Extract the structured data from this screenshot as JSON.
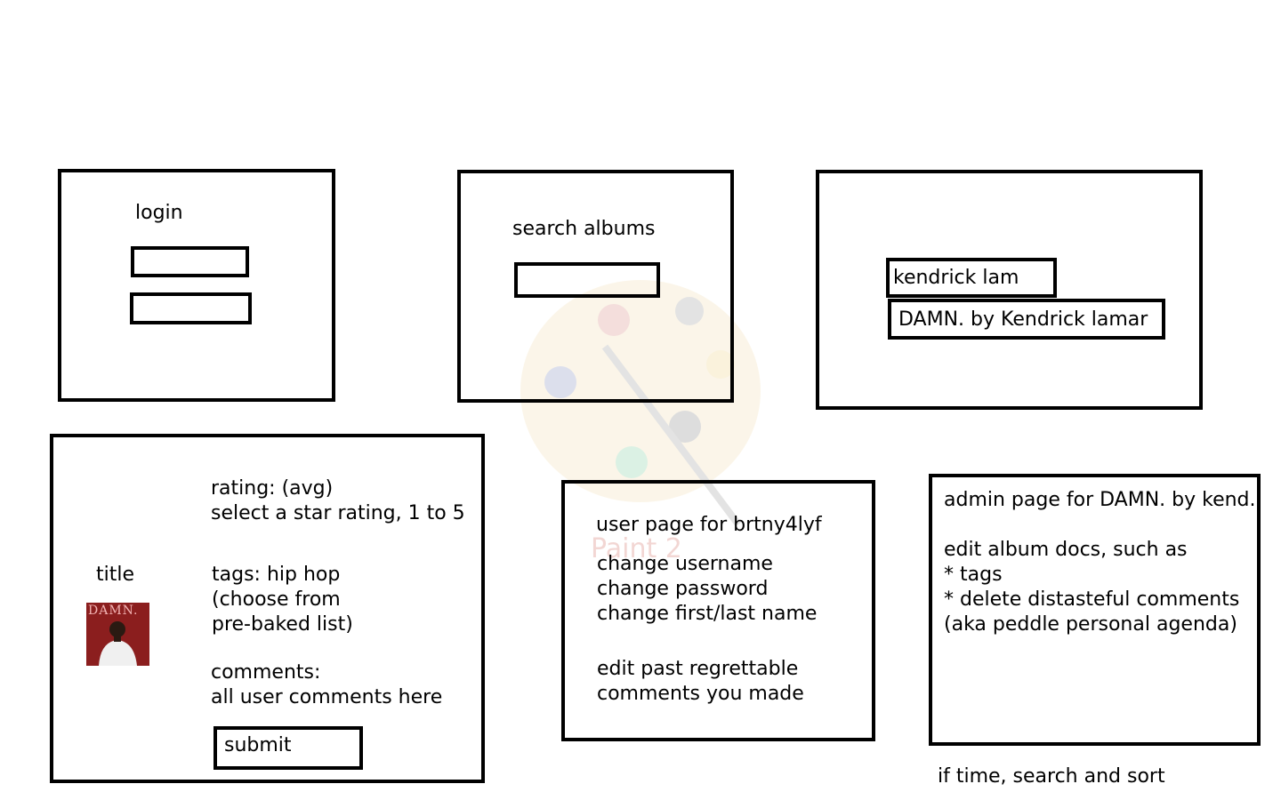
{
  "login_panel": {
    "heading": "login"
  },
  "search_panel": {
    "heading": "search albums"
  },
  "results_panel": {
    "query": "kendrick lam",
    "result": "DAMN. by Kendrick lamar"
  },
  "album_panel": {
    "title": "title",
    "cover_text": "DAMN.",
    "rating_avg": "rating: (avg)",
    "rating_select": "select a star rating, 1 to 5",
    "tags_lines": [
      "tags: hip hop",
      "(choose from",
      "pre-baked list)"
    ],
    "comments_heading": "comments:",
    "comments_body": "all user comments here",
    "submit_label": "submit"
  },
  "user_panel": {
    "heading": "user page for brtny4lyf",
    "actions": [
      "change username",
      "change password",
      "change first/last name"
    ],
    "edit_lines": [
      "edit past regrettable",
      "comments you made"
    ]
  },
  "admin_panel": {
    "heading": "admin page for DAMN. by kend.",
    "intro": "edit album docs, such as",
    "items": [
      "* tags",
      "* delete distasteful comments",
      "(aka peddle personal agenda)"
    ]
  },
  "footnote": "if time, search and sort",
  "watermark": {
    "label": "Paint 2",
    "icon": "paint-palette-icon"
  },
  "colors": {
    "stroke": "#000000",
    "background": "#ffffff",
    "cover": "#8b1e1e"
  }
}
